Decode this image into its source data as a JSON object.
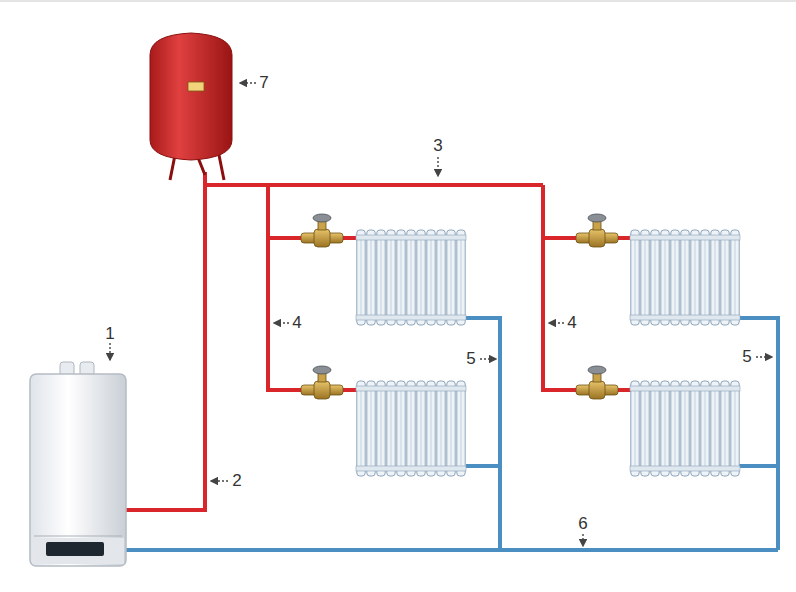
{
  "diagram": {
    "labels": [
      "7",
      "3",
      "4",
      "4",
      "1",
      "5",
      "5",
      "2",
      "6"
    ]
  }
}
